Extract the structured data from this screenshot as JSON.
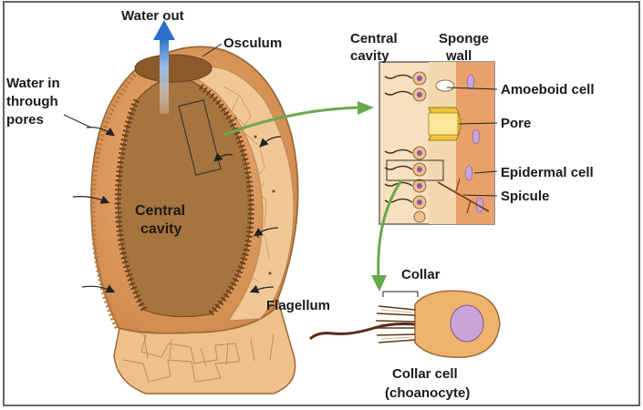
{
  "labels": {
    "water_out": "Water out",
    "osculum": "Osculum",
    "water_in_line1": "Water in",
    "water_in_line2": "through",
    "water_in_line3": "pores",
    "central_cavity_line1": "Central",
    "central_cavity_line2": "cavity",
    "inset_central_line1": "Central",
    "inset_central_line2": "cavity",
    "sponge_wall_line1": "Sponge",
    "sponge_wall_line2": "wall",
    "amoeboid_cell": "Amoeboid cell",
    "pore": "Pore",
    "epidermal_cell": "Epidermal cell",
    "spicule": "Spicule",
    "collar": "Collar",
    "flagellum": "Flagellum",
    "collar_cell_line1": "Collar cell",
    "collar_cell_line2": "(choanocyte)"
  },
  "colors": {
    "sponge_body": "#e2a063",
    "sponge_dark": "#b77a3f",
    "cavity": "#a8763f",
    "base": "#eec08c",
    "arrow_blue": "#2a6fc9",
    "arrow_green": "#6aa84f",
    "pore": "#f0c43c",
    "nucleus": "#c9a3d9",
    "collar_cell": "#f0b36b",
    "flagellum": "#5a2a1a",
    "border": "#555555"
  }
}
